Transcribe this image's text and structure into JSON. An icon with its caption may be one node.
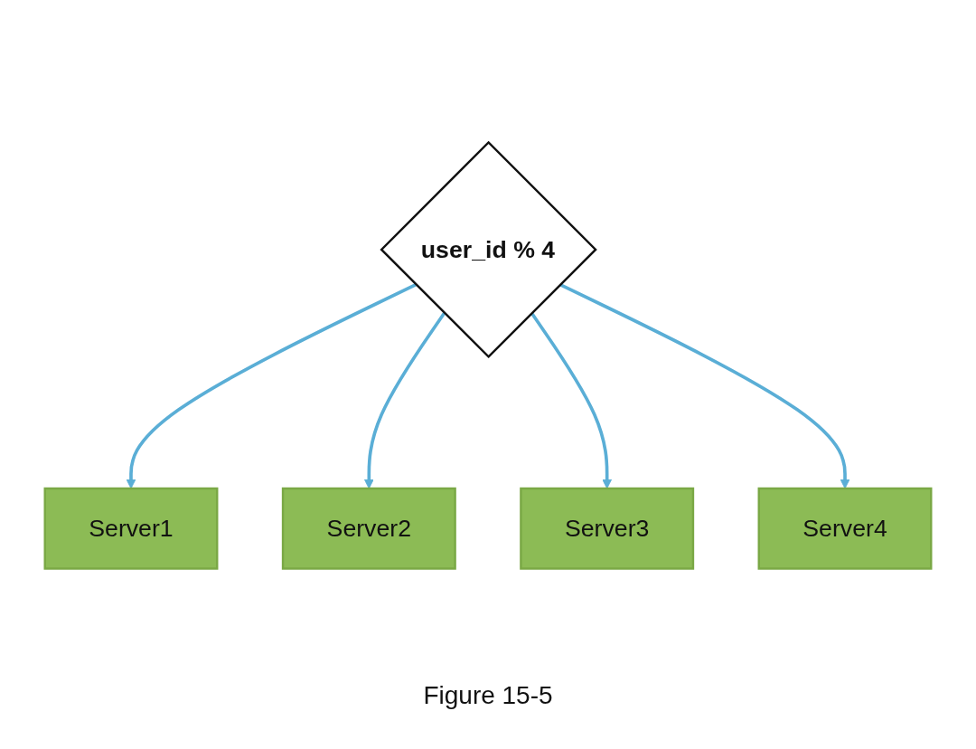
{
  "diagram": {
    "caption": "Figure 15-5",
    "nodes": [
      {
        "text": [
          "user_id % 4"
        ]
      },
      {
        "text": [
          "Server1"
        ]
      },
      {
        "text": [
          "Server2"
        ]
      },
      {
        "text": [
          "Server3"
        ]
      },
      {
        "text": [
          "Server4"
        ]
      }
    ],
    "edges": [
      {
        "from": 0,
        "to": 1,
        "arrow": "to"
      },
      {
        "from": 0,
        "to": 2,
        "arrow": "to"
      },
      {
        "from": 0,
        "to": 3,
        "arrow": "to"
      },
      {
        "from": 0,
        "to": 4,
        "arrow": "to"
      }
    ]
  }
}
